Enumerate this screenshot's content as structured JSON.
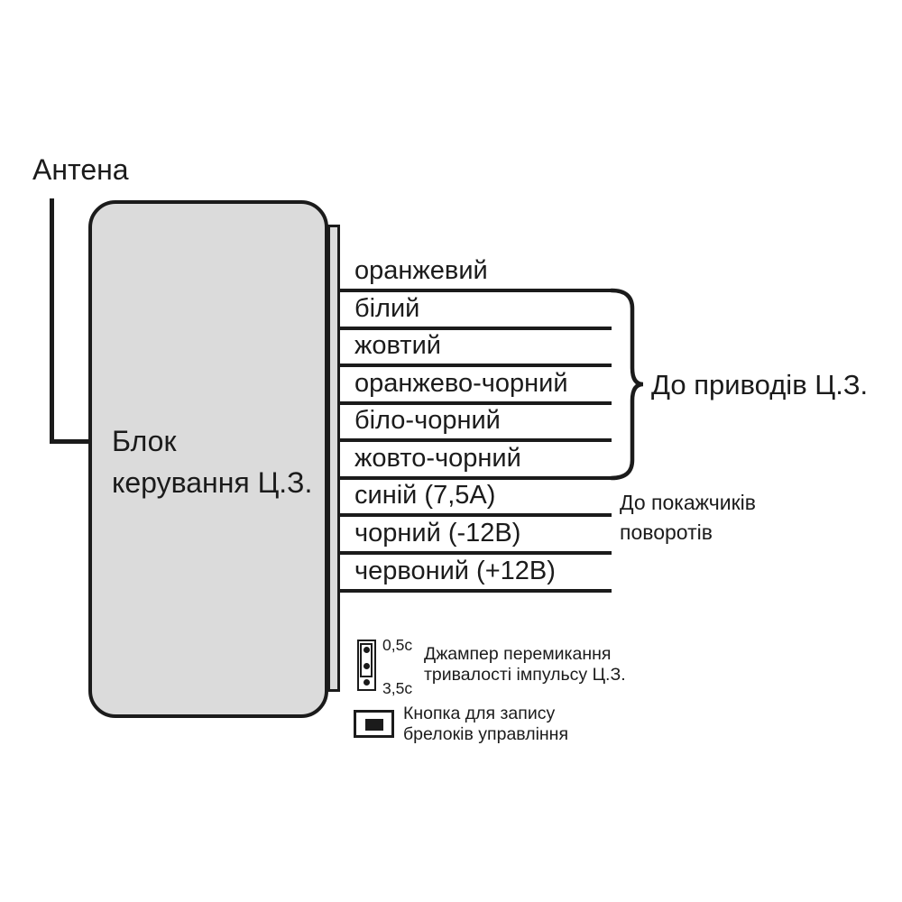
{
  "diagram": {
    "antenna_label": "Антена",
    "block": {
      "label_line1": "Блок",
      "label_line2": "керування Ц.З."
    },
    "wires": [
      {
        "label": "оранжевий"
      },
      {
        "label": "білий"
      },
      {
        "label": "жовтий"
      },
      {
        "label": "оранжево-чорний"
      },
      {
        "label": "біло-чорний"
      },
      {
        "label": "жовто-чорний"
      },
      {
        "label": "синій (7,5А)"
      },
      {
        "label": "чорний (-12В)"
      },
      {
        "label": "червоний (+12В)"
      }
    ],
    "groups": {
      "actuators_label": "До приводів Ц.З.",
      "turn_signals_line1": "До покажчиків",
      "turn_signals_line2": "поворотів"
    },
    "jumper": {
      "top_time_label": "0,5с",
      "bottom_time_label": "3,5с",
      "desc_line1": "Джампер перемикання",
      "desc_line2": "тривалості імпульсу Ц.З."
    },
    "record_button": {
      "desc_line1": "Кнопка для запису",
      "desc_line2": "брелоків управління"
    },
    "colors": {
      "block_fill": "#dbdbdb",
      "line": "#1b1b1b",
      "background": "#ffffff"
    }
  }
}
